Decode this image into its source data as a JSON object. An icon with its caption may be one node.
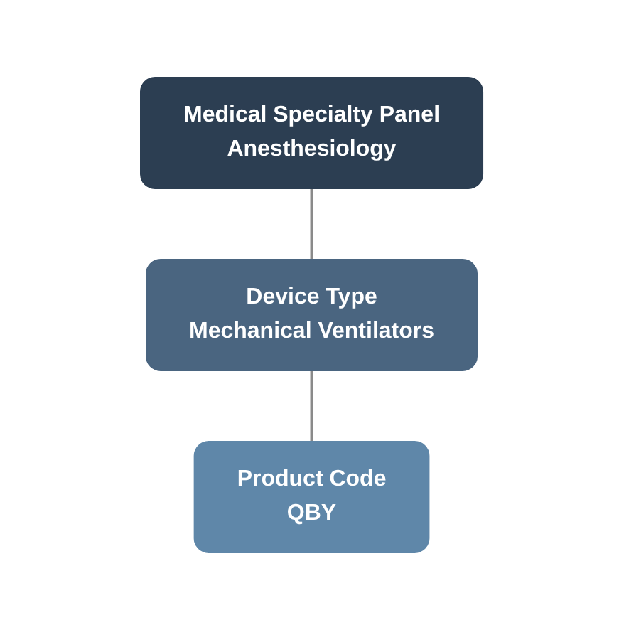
{
  "diagram": {
    "nodes": [
      {
        "text": [
          "Medical Specialty Panel",
          "Anesthesiology"
        ]
      },
      {
        "text": [
          "Device Type",
          "Mechanical Ventilators"
        ]
      },
      {
        "text": [
          "Product Code",
          "QBY"
        ]
      }
    ],
    "edges": [
      {
        "from": 0,
        "to": 1,
        "arrow": "none"
      },
      {
        "from": 1,
        "to": 2,
        "arrow": "none"
      }
    ]
  }
}
